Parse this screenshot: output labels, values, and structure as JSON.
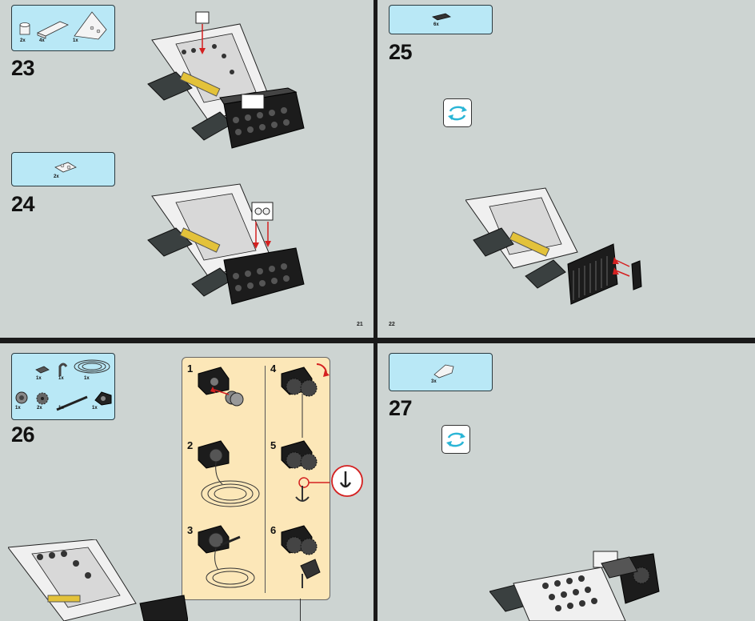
{
  "top_left": {
    "step23": {
      "number": "23",
      "parts": [
        {
          "count": "2x",
          "name": "white-round-brick-icon"
        },
        {
          "count": "4x",
          "name": "white-slope-plate-icon"
        },
        {
          "count": "1x",
          "name": "white-wedge-plate-icon"
        }
      ]
    },
    "step24": {
      "number": "24",
      "parts": [
        {
          "count": "2x",
          "name": "white-plate-with-studs-icon"
        }
      ]
    },
    "page_number": "21"
  },
  "top_right": {
    "step25": {
      "number": "25",
      "parts": [
        {
          "count": "6x",
          "name": "black-tile-icon"
        }
      ]
    },
    "page_number": "22"
  },
  "bottom_left": {
    "step26": {
      "number": "26",
      "parts": [
        {
          "count": "1x",
          "name": "dark-grey-plate-clip-icon"
        },
        {
          "count": "1x",
          "name": "dark-grey-hook-icon"
        },
        {
          "count": "1x",
          "name": "string-coil-icon"
        },
        {
          "count": "1x",
          "name": "grey-wheel-icon"
        },
        {
          "count": "2x",
          "name": "gear-icon"
        },
        {
          "count": "1x",
          "name": "black-axle-icon"
        },
        {
          "count": "1x",
          "name": "black-winch-icon"
        }
      ]
    },
    "substeps": [
      "1",
      "2",
      "3",
      "4",
      "5",
      "6"
    ]
  },
  "bottom_right": {
    "step27": {
      "number": "27",
      "parts": [
        {
          "count": "3x",
          "name": "white-slope-icon"
        }
      ]
    }
  },
  "colors": {
    "background": "#cdd4d2",
    "parts_box": "#b9e8f6",
    "substep_panel": "#fce7b8",
    "accent_red": "#d42020",
    "rotate_cyan": "#2ab5d6"
  }
}
